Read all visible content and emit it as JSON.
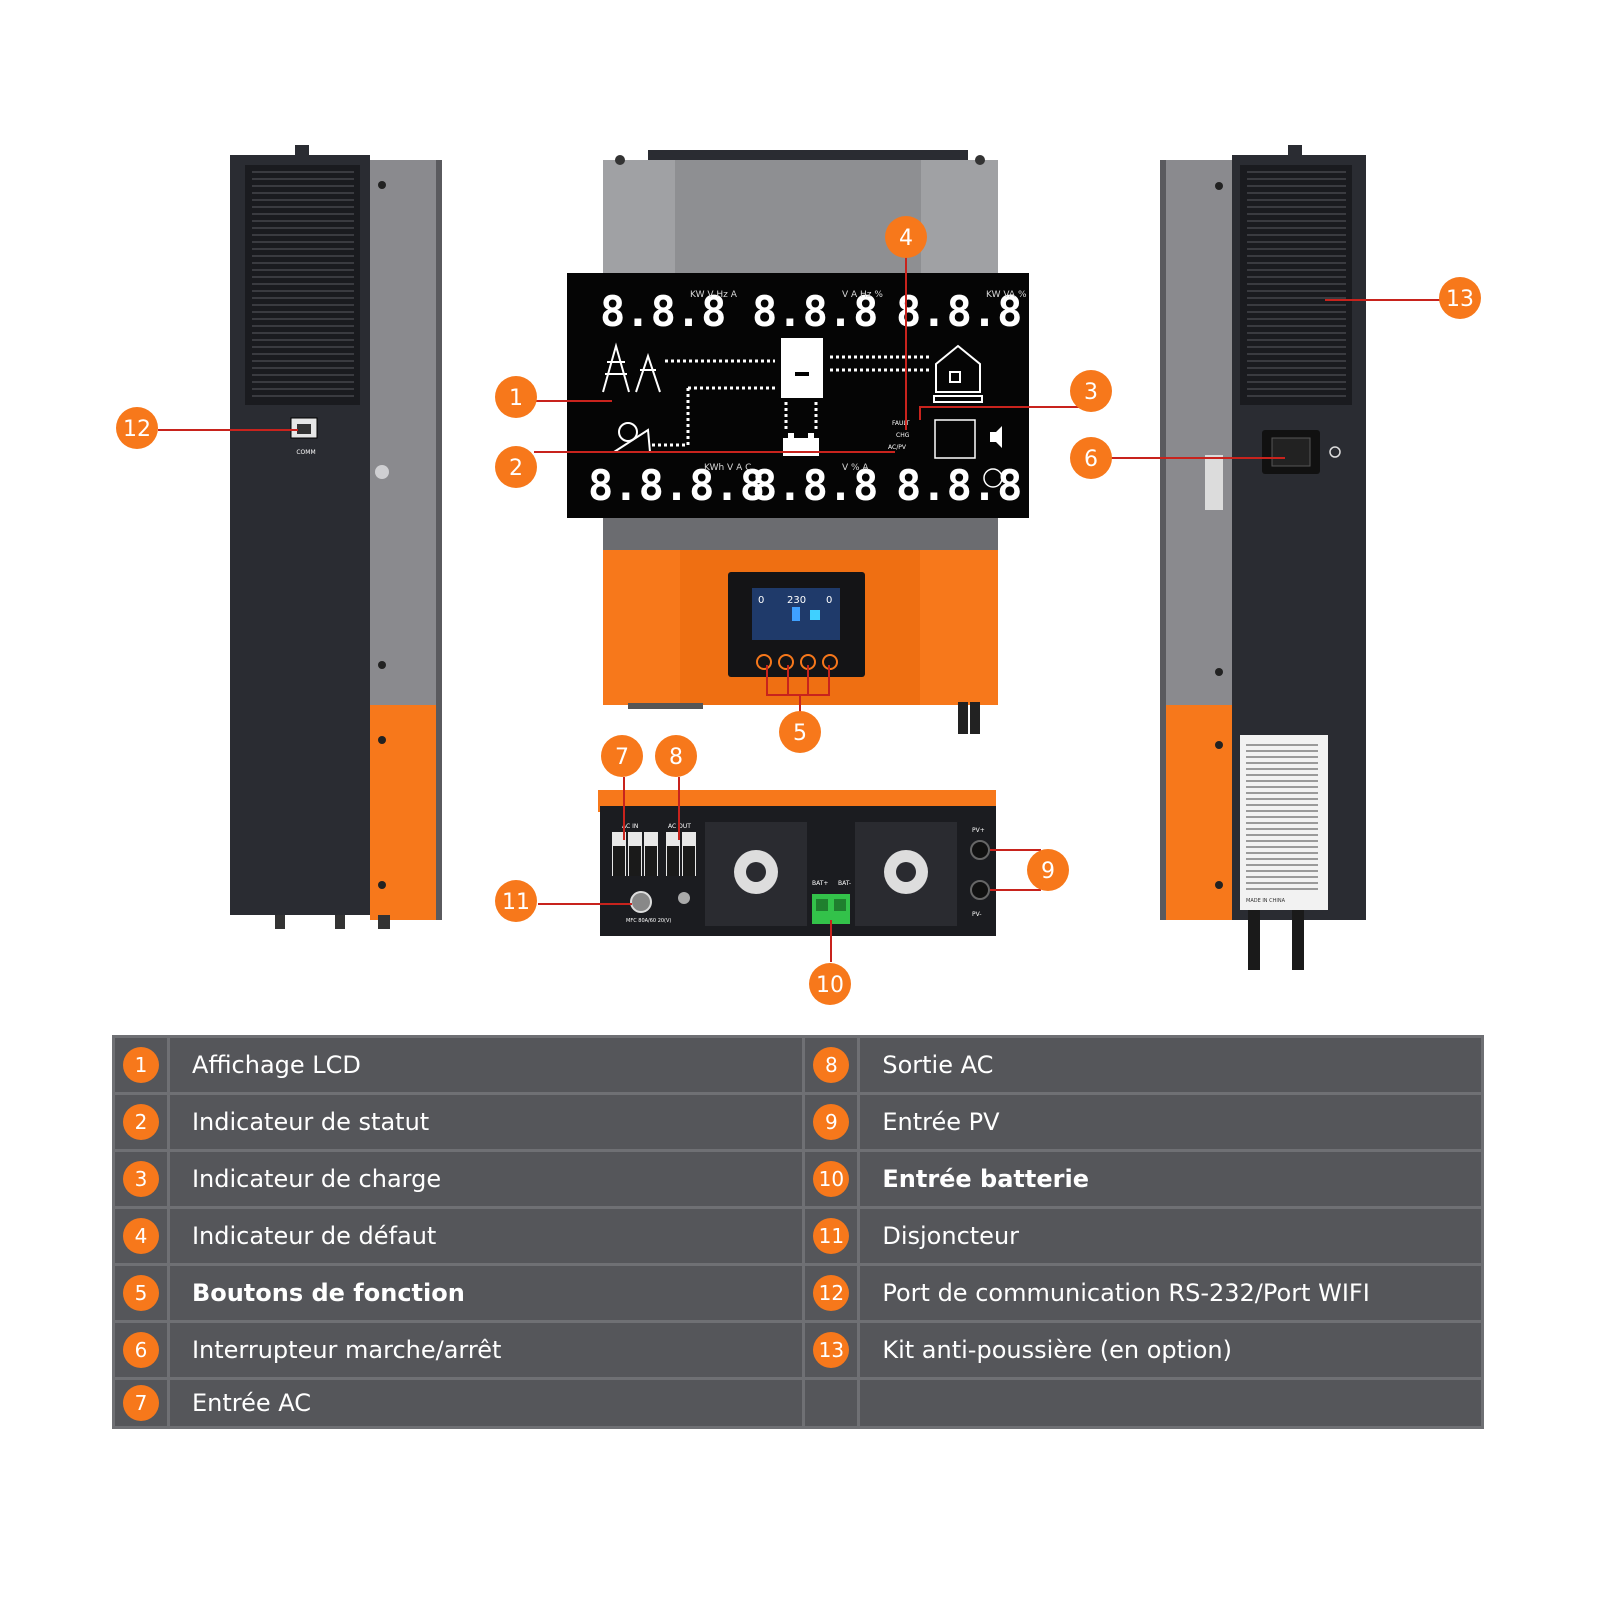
{
  "colors": {
    "accent": "#f7781b",
    "table_bg": "#55565a",
    "table_border": "#6f7074",
    "callout_line": "#c8231d",
    "body_dark": "#2a2c32",
    "body_gray": "#8a8a8e"
  },
  "device": {
    "comm_label": "COMM",
    "lcd": {
      "top_left": "8.8.8",
      "top_left_units": "KW V Hz A",
      "top_mid": "8.8.8",
      "top_mid_units": "V A Hz %",
      "top_right": "8.8.8",
      "top_right_units": "KW VA %",
      "bot_left": "8.8.8.8",
      "bot_left_units": "KWh V A C",
      "bot_mid": "8.8.8",
      "bot_mid_units": "V % A",
      "bot_right": "8.8.8",
      "status_fault": "FAULT",
      "status_chg": "CHG",
      "status_ac_pv": "AC/PV"
    },
    "small_screen": {
      "v1": "0",
      "v2": "230",
      "v3": "0"
    },
    "bottom": {
      "ac_in_label": "AC IN",
      "ac_out_label": "AC OUT",
      "bat_pos": "BAT+",
      "bat_neg": "BAT-",
      "pv_pos": "PV+",
      "pv_neg": "PV-",
      "breaker_label": "MFC 80A/60 20(V)"
    },
    "side_label_made": "MADE IN CHINA"
  },
  "callouts": {
    "c1": "1",
    "c2": "2",
    "c3": "3",
    "c4": "4",
    "c5": "5",
    "c6": "6",
    "c7": "7",
    "c8": "8",
    "c9": "9",
    "c10": "10",
    "c11": "11",
    "c12": "12",
    "c13": "13"
  },
  "legend": {
    "rows": [
      {
        "left_num": "1",
        "left_label": "Affichage LCD",
        "right_num": "8",
        "right_label": "Sortie AC"
      },
      {
        "left_num": "2",
        "left_label": "Indicateur de statut",
        "right_num": "9",
        "right_label": "Entrée PV"
      },
      {
        "left_num": "3",
        "left_label": "Indicateur de charge",
        "right_num": "10",
        "right_label": "Entrée batterie"
      },
      {
        "left_num": "4",
        "left_label": "Indicateur de défaut",
        "right_num": "11",
        "right_label": "Disjoncteur"
      },
      {
        "left_num": "5",
        "left_label": "Boutons de fonction",
        "right_num": "12",
        "right_label": "Port de communication RS-232/Port WIFI"
      },
      {
        "left_num": "6",
        "left_label": "Interrupteur marche/arrêt",
        "right_num": "13",
        "right_label": "Kit anti-poussière (en option)"
      },
      {
        "left_num": "7",
        "left_label": "Entrée AC",
        "right_num": "",
        "right_label": ""
      }
    ]
  }
}
